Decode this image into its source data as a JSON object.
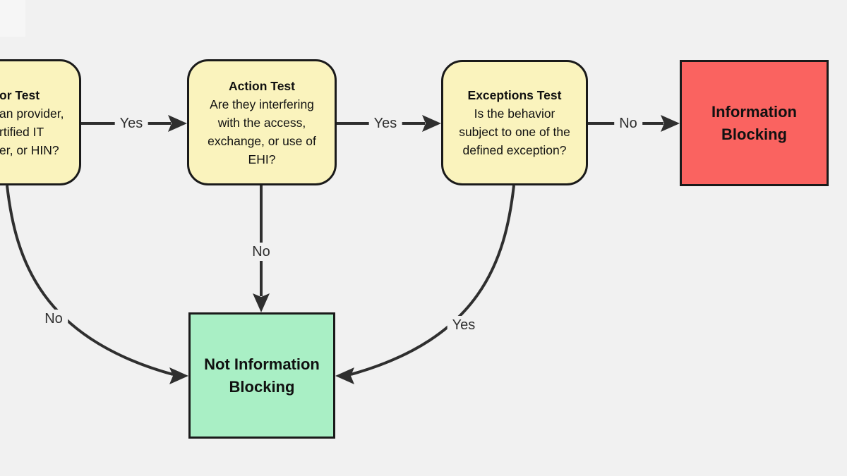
{
  "colors": {
    "bg": "#f1f1f1",
    "yellow": "#faf3bd",
    "red": "#fa6360",
    "green": "#a9efc5",
    "line": "#2f2f2f",
    "border": "#1a1a1a",
    "text": "#111111"
  },
  "nodes": {
    "actor_test": {
      "note": "box cut off at left screen edge; only right part of text visible",
      "title_fragment": "or Test",
      "line_fragments": [
        "an provider,",
        "rtified IT",
        "er, or HIN?"
      ]
    },
    "action_test": {
      "title": "Action Test",
      "lines": [
        "Are they interfering",
        "with the access,",
        "exchange, or use of",
        "EHI?"
      ]
    },
    "exceptions_test": {
      "title": "Exceptions Test",
      "lines": [
        "Is the behavior",
        "subject to one of the",
        "defined exception?"
      ]
    },
    "information_blocking": {
      "lines": [
        "Information",
        "Blocking"
      ]
    },
    "not_information_blocking": {
      "lines": [
        "Not Information",
        "Blocking"
      ]
    }
  },
  "edges": {
    "actor_to_action": {
      "label": "Yes",
      "from": "actor_test",
      "to": "action_test"
    },
    "action_to_exceptions": {
      "label": "Yes",
      "from": "action_test",
      "to": "exceptions_test"
    },
    "exceptions_to_info_blocking": {
      "label": "No",
      "from": "exceptions_test",
      "to": "information_blocking"
    },
    "action_to_not_info_blocking": {
      "label": "No",
      "from": "action_test",
      "to": "not_information_blocking"
    },
    "actor_to_not_info_blocking": {
      "label": "No",
      "from": "actor_test",
      "to": "not_information_blocking"
    },
    "exceptions_to_not_info_blocking": {
      "label": "Yes",
      "from": "exceptions_test",
      "to": "not_information_blocking"
    }
  }
}
